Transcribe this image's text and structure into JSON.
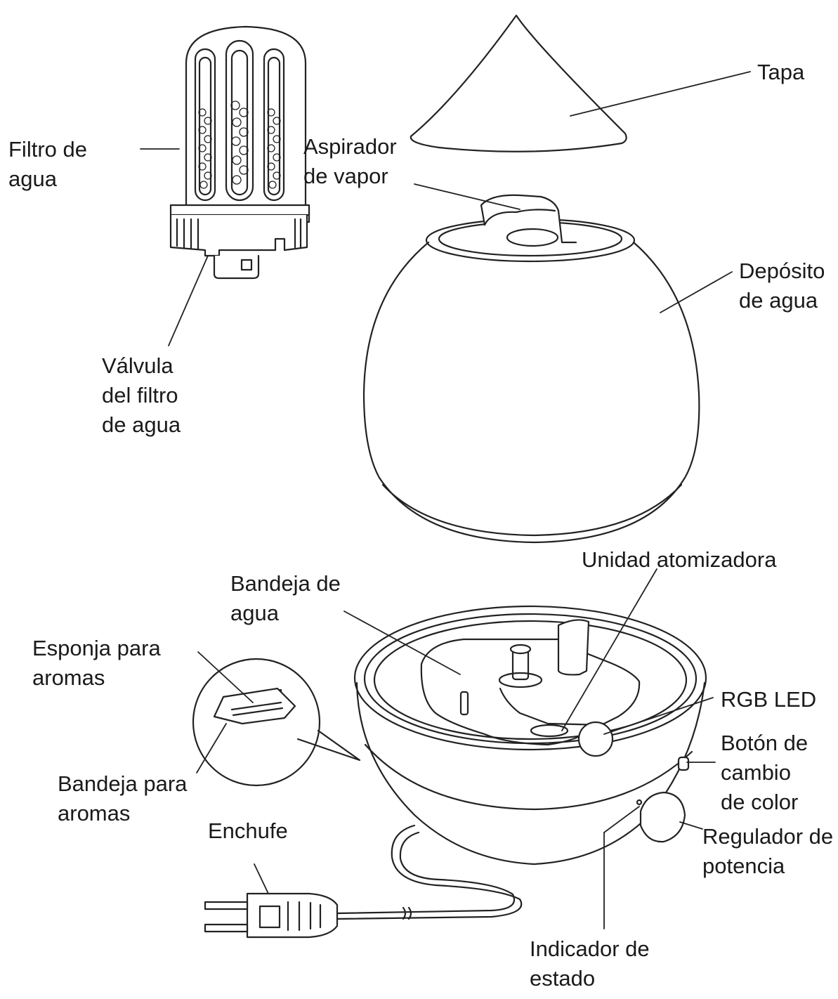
{
  "labels": {
    "tapa": [
      "Tapa"
    ],
    "aspirador": [
      "Aspirador",
      "de vapor"
    ],
    "filtro": [
      "Filtro de",
      "agua"
    ],
    "valvula": [
      "Válvula",
      "del filtro",
      "de agua"
    ],
    "deposito": [
      "Depósito",
      "de agua"
    ],
    "unidad": [
      "Unidad atomizadora"
    ],
    "bandeja_agua": [
      "Bandeja de",
      "agua"
    ],
    "esponja": [
      "Esponja para",
      "aromas"
    ],
    "rgb": [
      "RGB LED"
    ],
    "boton": [
      "Botón de",
      "cambio",
      "de color"
    ],
    "bandeja_aromas": [
      "Bandeja para",
      "aromas"
    ],
    "enchufe": [
      "Enchufe"
    ],
    "regulador": [
      "Regulador de",
      "potencia"
    ],
    "indicador": [
      "Indicador de",
      "estado"
    ]
  }
}
